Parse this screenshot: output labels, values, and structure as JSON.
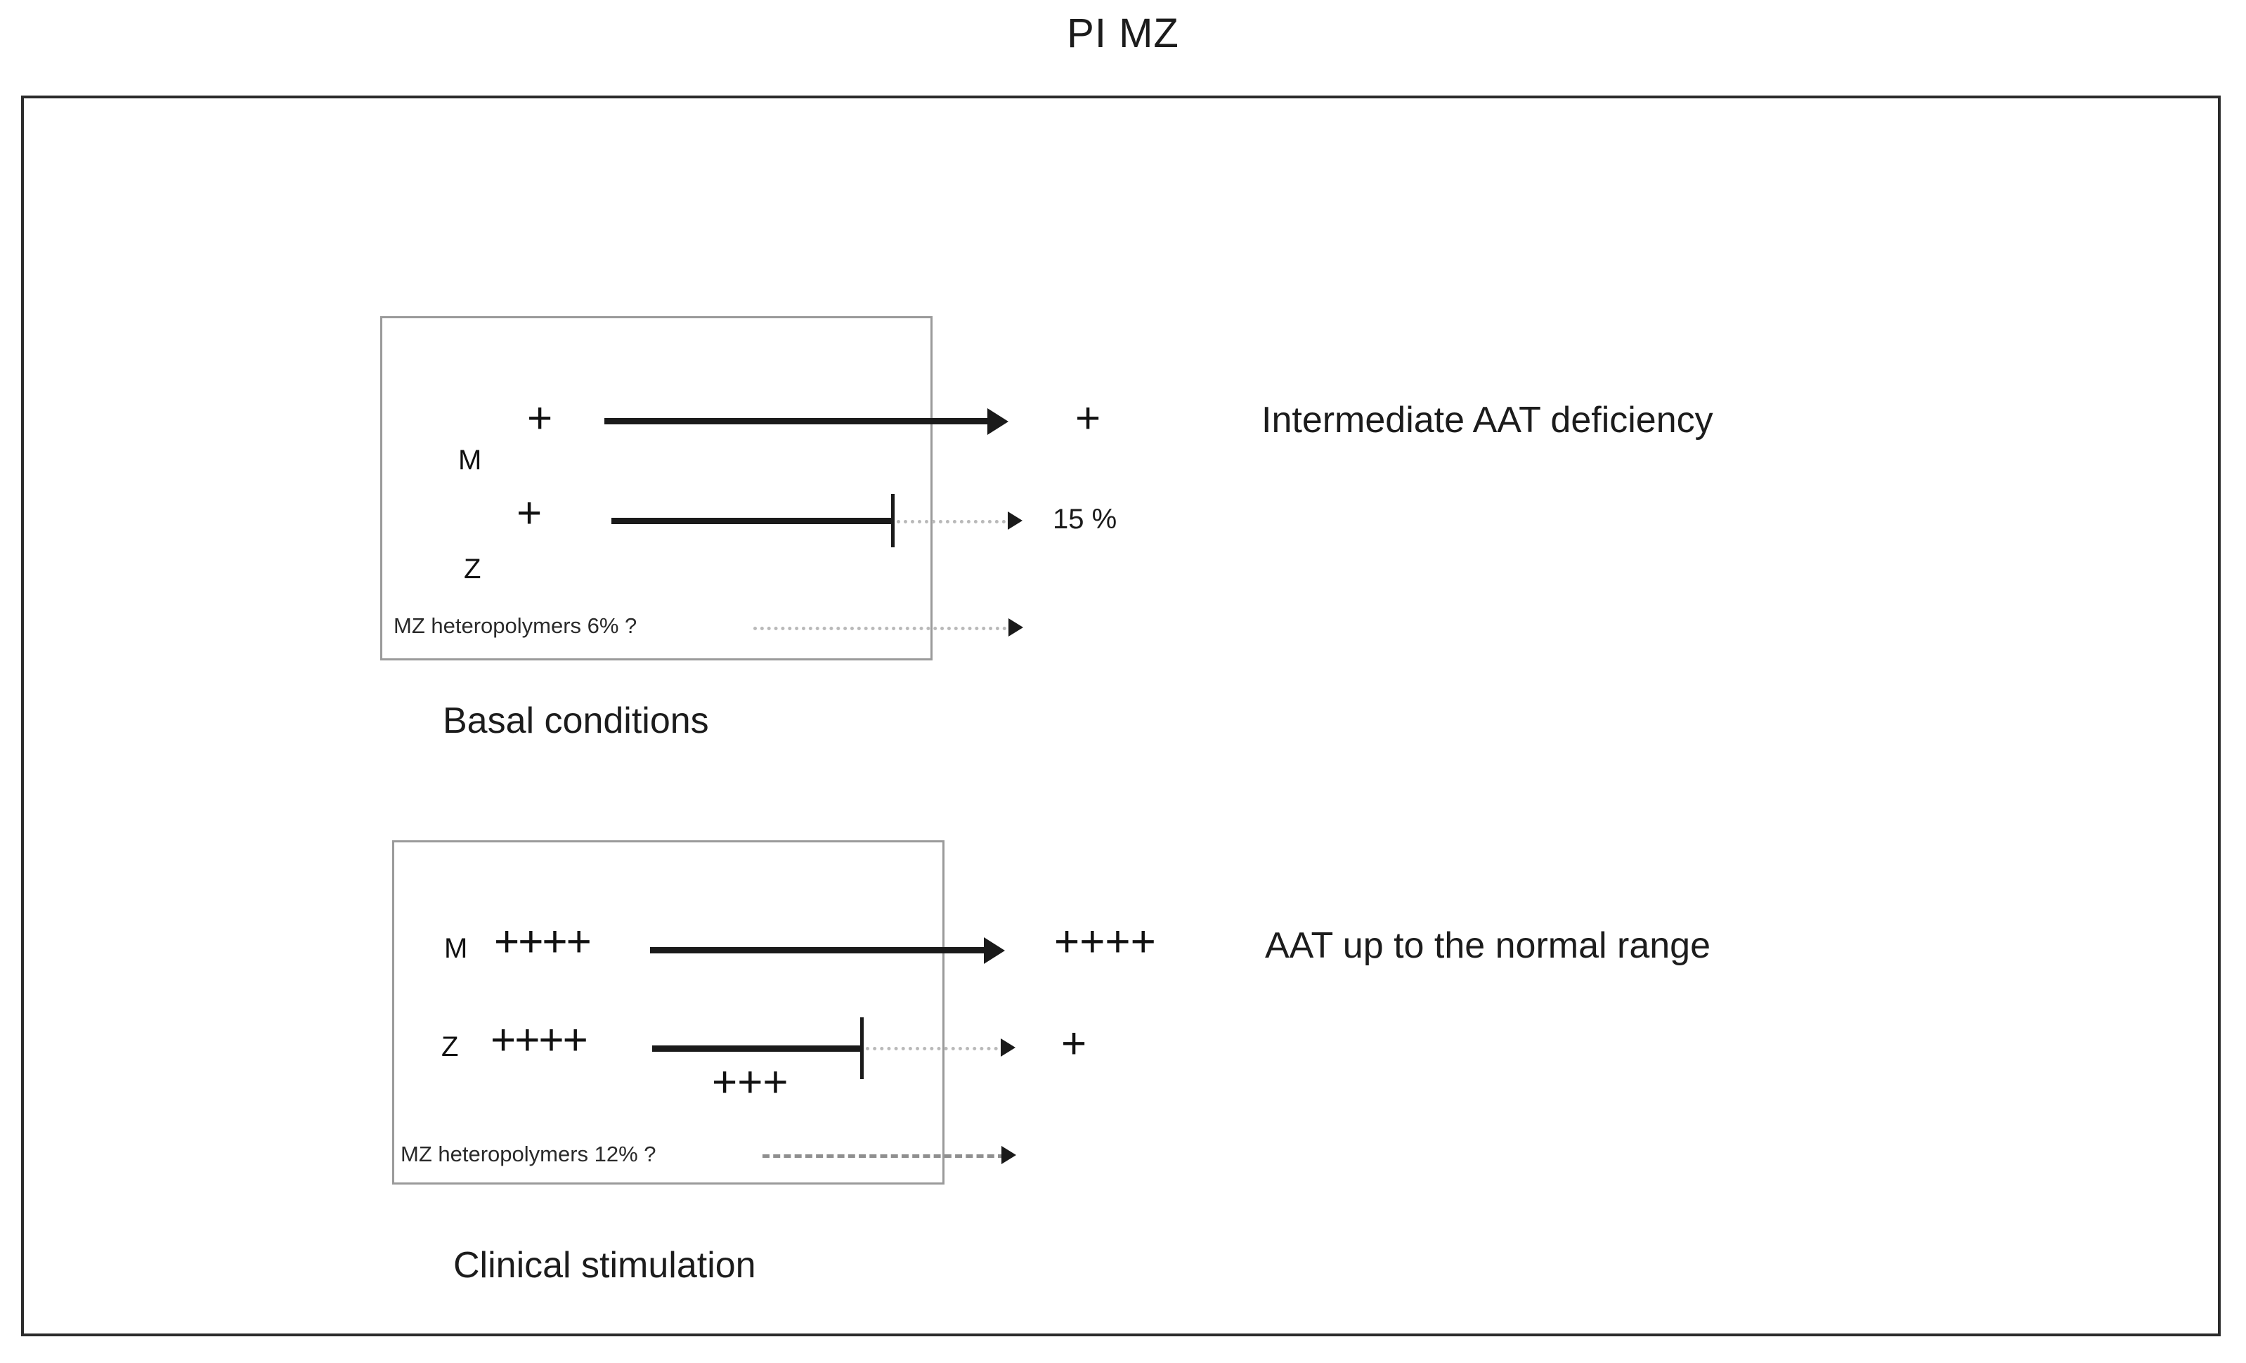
{
  "figure": {
    "title": "PI MZ"
  },
  "panels": [
    {
      "id": "basal",
      "caption": "Basal conditions",
      "outcome_text": "Intermediate AAT deficiency",
      "rows": [
        {
          "allele": "M",
          "production": "+",
          "secreted": "+",
          "line_style": "solid-arrow",
          "note": ""
        },
        {
          "allele": "Z",
          "production": "+",
          "secreted": "15 %",
          "line_style": "solid-blocked-dotted-arrow",
          "note": ""
        }
      ],
      "hetero_note": "MZ heteropolymers 6% ?"
    },
    {
      "id": "stimulation",
      "caption": "Clinical stimulation",
      "outcome_text": "AAT up to the normal range",
      "rows": [
        {
          "allele": "M",
          "production": "++++",
          "secreted": "++++",
          "line_style": "solid-arrow",
          "note": ""
        },
        {
          "allele": "Z",
          "production": "++++",
          "secreted": "+",
          "line_style": "solid-blocked-dotted-arrow",
          "note": "+++"
        }
      ],
      "hetero_note": "MZ heteropolymers 12% ?"
    }
  ],
  "colors": {
    "outer_frame": "#2b2b2b",
    "panel_box": "#9a9a9a",
    "solid_line": "#1a1a1a",
    "dotted_line": "#b9b9b9",
    "dashed_line": "#8f8f8f",
    "text": "#1a1a1a",
    "background": "#ffffff"
  }
}
